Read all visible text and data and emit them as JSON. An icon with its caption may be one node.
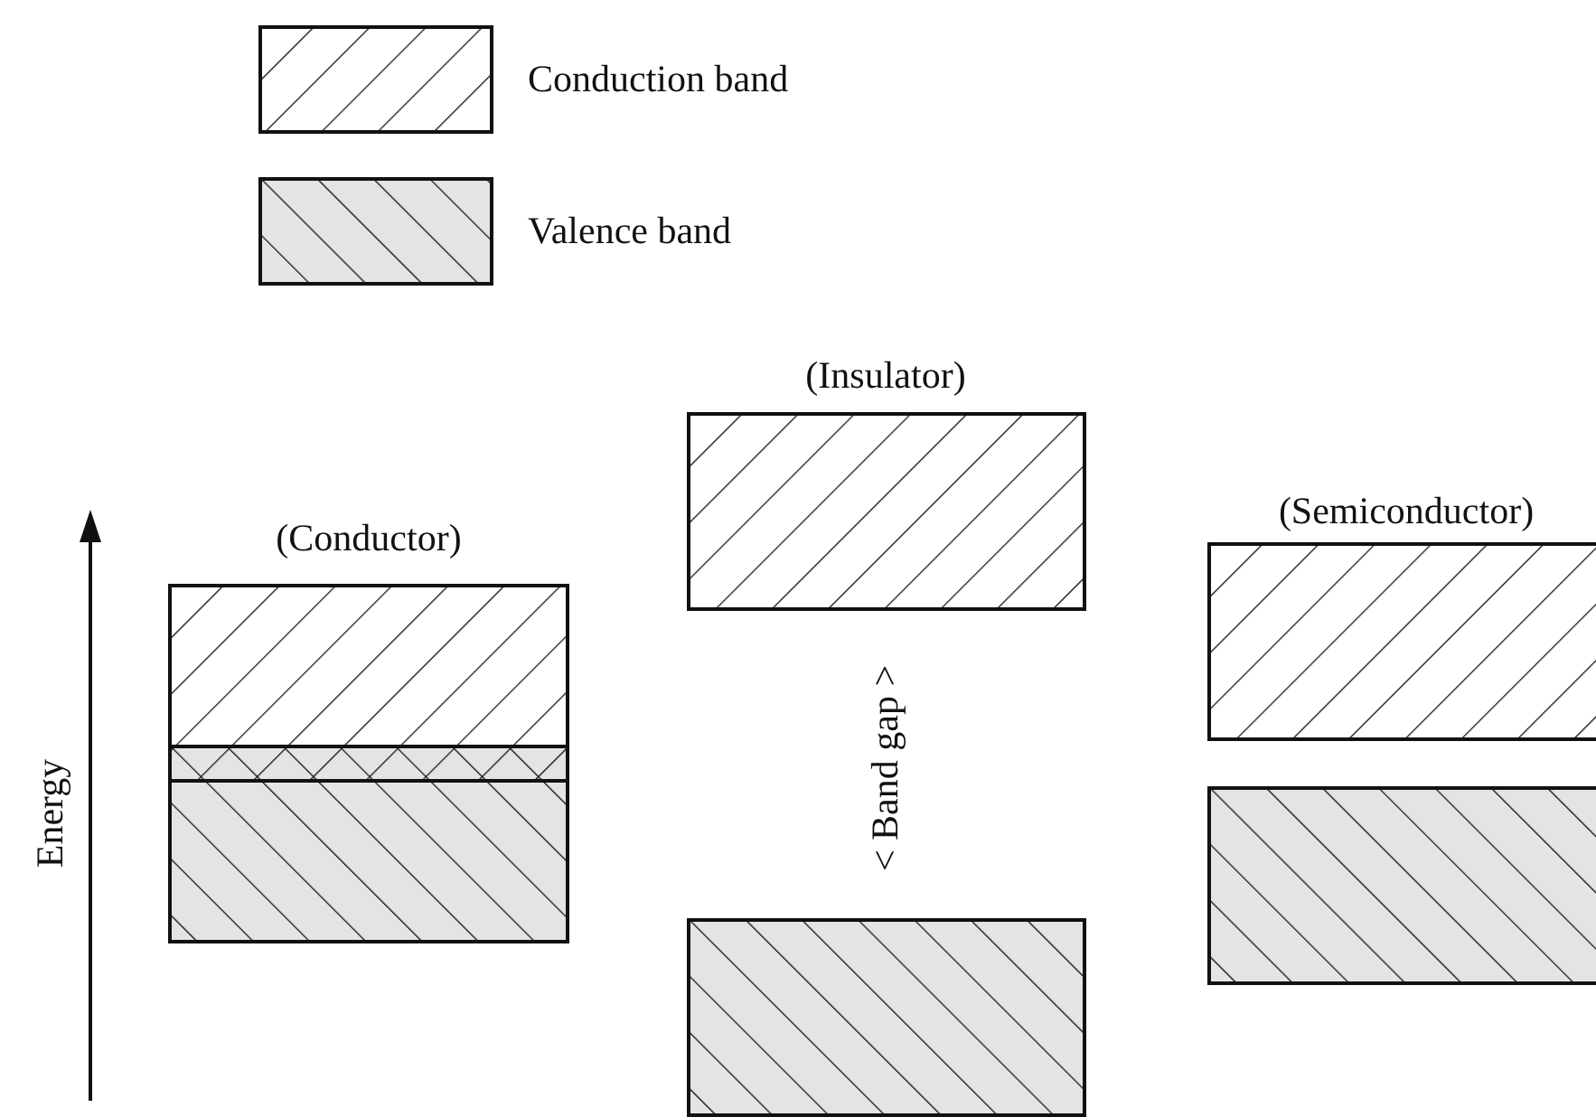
{
  "diagram": {
    "nodes": [
      {
        "text": [],
        "shape": "box"
      },
      {
        "text": [],
        "shape": "box"
      },
      {
        "text": [],
        "shape": "box"
      },
      {
        "text": [],
        "shape": "box"
      },
      {
        "text": [],
        "shape": "box"
      },
      {
        "text": [],
        "shape": "box"
      }
    ],
    "labels": [
      "(Insulator)",
      "(Conductor)",
      "(Semiconductor)",
      "Energy",
      "< Band gap >"
    ],
    "legend": [
      {
        "text": "Conduction band"
      },
      {
        "text": "Valence band"
      }
    ]
  }
}
